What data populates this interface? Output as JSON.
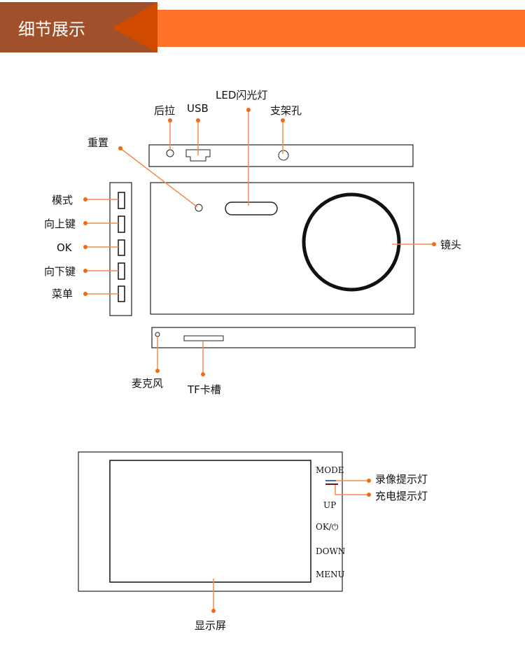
{
  "header": {
    "title": "细节展示"
  },
  "colors": {
    "brown": "#A0502A",
    "dark_orange": "#D04A00",
    "orange": "#FF7028",
    "callout": "#F58A4B"
  },
  "top_view": {
    "labels": {
      "pull_back": "后拉",
      "usb": "USB",
      "led_flash": "LED闪光灯",
      "bracket_hole": "支架孔",
      "reset": "重置",
      "lens": "镜头"
    }
  },
  "side_view": {
    "buttons": [
      "模式",
      "向上键",
      "OK",
      "向下键",
      "菜单"
    ]
  },
  "bottom_view": {
    "labels": {
      "microphone": "麦克风",
      "tf_slot": "TF卡槽"
    }
  },
  "back_view": {
    "buttons": [
      "MODE",
      "UP",
      "OK/⏻",
      "DOWN",
      "MENU"
    ],
    "labels": {
      "record_indicator": "录像提示灯",
      "charge_indicator": "充电提示灯",
      "display": "显示屏"
    }
  }
}
